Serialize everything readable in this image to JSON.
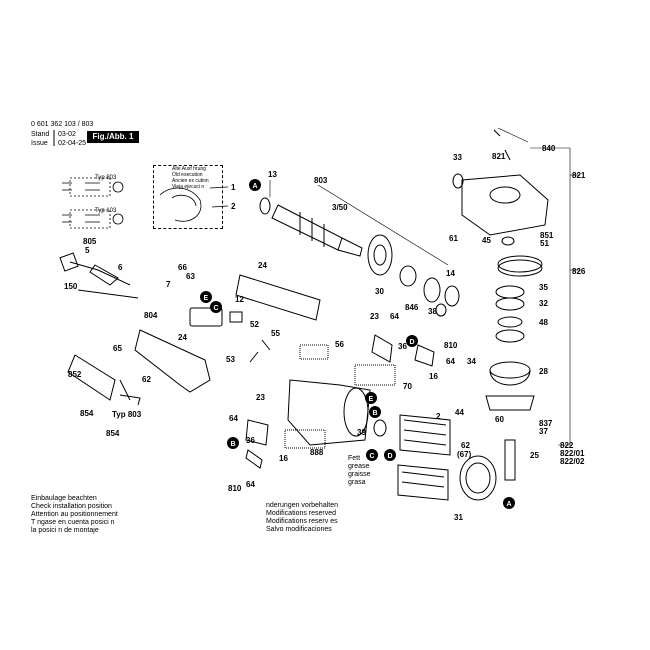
{
  "header": {
    "part_number": "0 601 362 103 / 803",
    "stand_label": "Stand",
    "stand_value": "03-02",
    "issue_label": "Issue",
    "issue_value": "02-04-25",
    "figure_label": "Fig./Abb. 1"
  },
  "wiring": {
    "old_execution_notes": [
      "Alte Ausf hrung",
      "Old execution",
      "Ancien ex cution",
      "Vieja ejecuci n"
    ],
    "type_a": "Typ 803",
    "type_b": "Typ 103",
    "ref_1": "1",
    "ref_2": "2"
  },
  "installation_note": [
    "Einbaulage beachten",
    "Check installation position",
    "Attention au positionnement",
    "T ngase en cuenta posici n",
    "la posici n de montaje"
  ],
  "modification_note": [
    "nderungen vorbehalten",
    "Modifications reserved",
    "Modifications reserv es",
    "Salvo modificaciones"
  ],
  "grease_note": [
    "Fett",
    "grease",
    "graisse",
    "grasa"
  ],
  "typ_803_label": "Typ 803",
  "callouts": [
    "A",
    "B",
    "C",
    "D",
    "E"
  ],
  "part_labels": [
    "13",
    "803",
    "3/50",
    "33",
    "821",
    "840",
    "821",
    "851",
    "51",
    "826",
    "45",
    "61",
    "14",
    "30",
    "846",
    "38",
    "35",
    "32",
    "48",
    "34",
    "28",
    "837",
    "37",
    "822",
    "822/01",
    "822/02",
    "25",
    "24",
    "66",
    "63",
    "7",
    "12",
    "52",
    "55",
    "804",
    "53",
    "65",
    "62",
    "24",
    "150",
    "6",
    "805",
    "5",
    "852",
    "854",
    "854",
    "23",
    "64",
    "810",
    "36",
    "64",
    "16",
    "70",
    "56",
    "888",
    "23",
    "64",
    "36",
    "16",
    "810",
    "64",
    "2",
    "39",
    "44",
    "62",
    "(67)",
    "60",
    "31"
  ]
}
